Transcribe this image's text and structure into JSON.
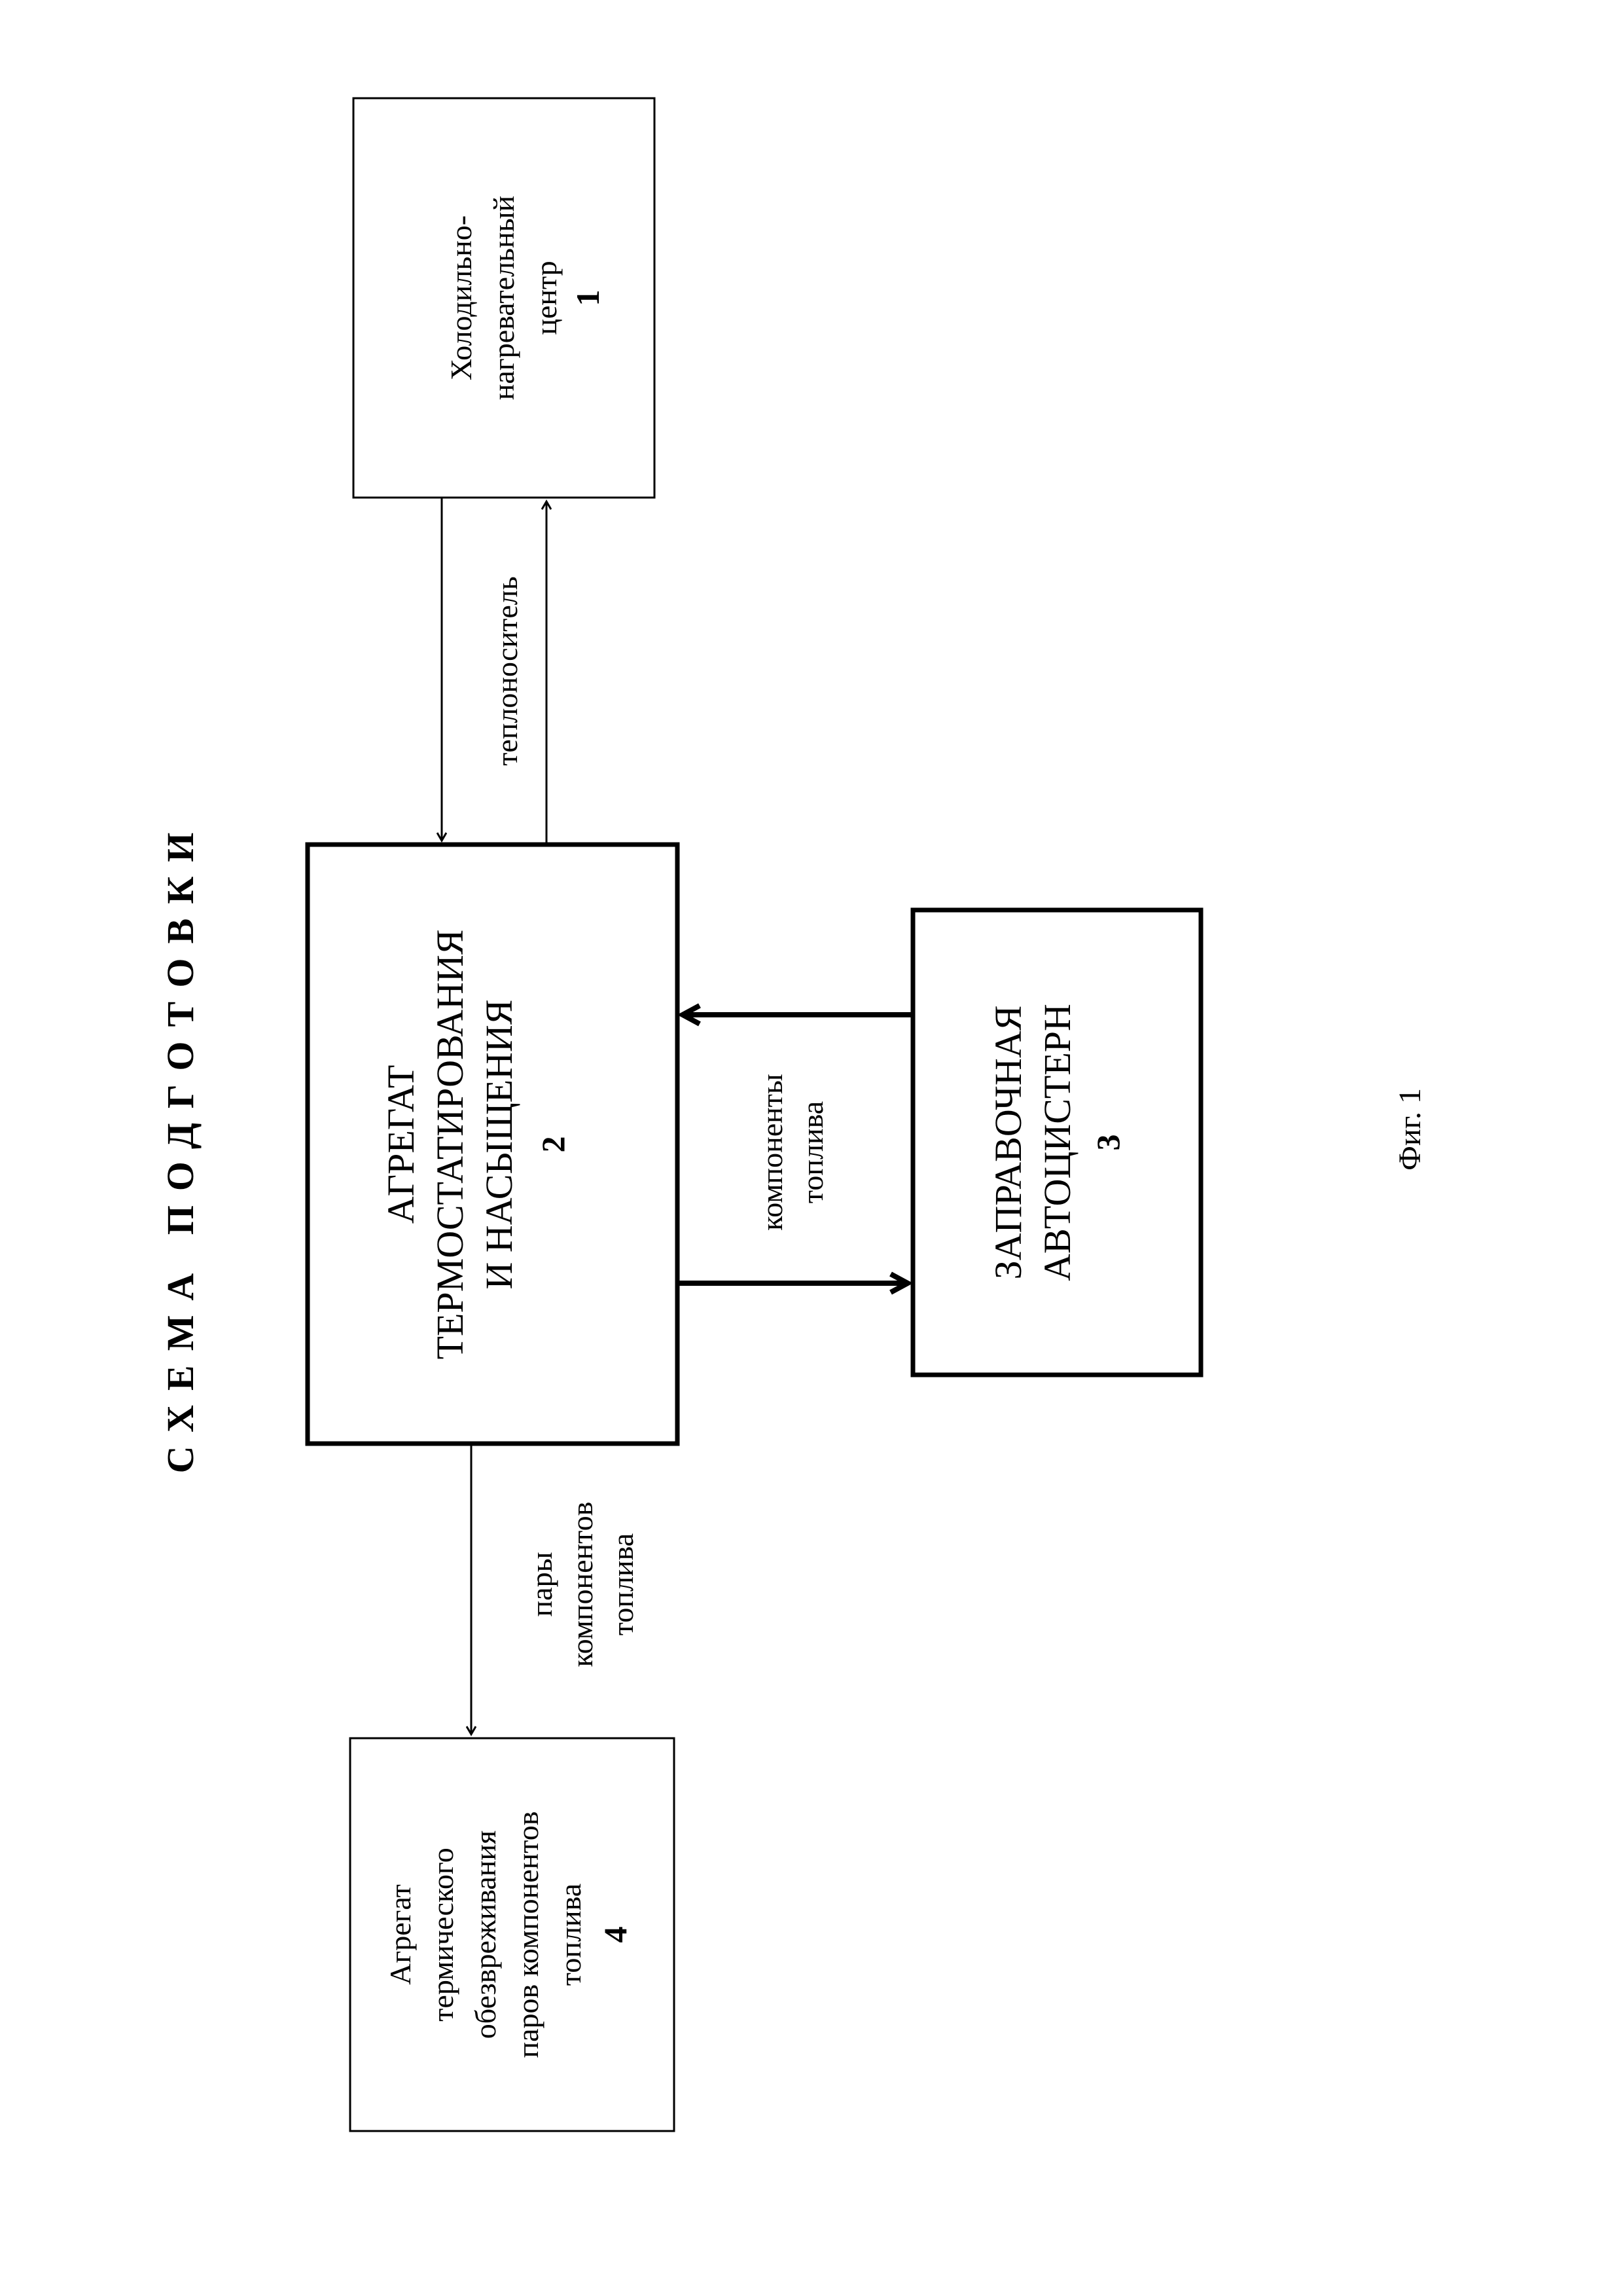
{
  "title": "СХЕМА ПОДГОТОВКИ",
  "figure_label": "Фиг. 1",
  "blocks": {
    "cooler": {
      "lines": [
        "Холодильно-",
        "нагревательный",
        "центр"
      ],
      "number": "1"
    },
    "thermo": {
      "lines": [
        "АГРЕГАТ",
        "ТЕРМОСТАТИРОВАНИЯ",
        "И НАСЫЩЕНИЯ"
      ],
      "number": "2"
    },
    "tanker": {
      "lines": [
        "ЗАПРАВОЧНАЯ",
        "АВТОЦИСТЕРН"
      ],
      "number": "3"
    },
    "neutralizer": {
      "lines": [
        "Агрегат",
        "термического",
        "обезвреживания",
        "паров компонентов",
        "топлива"
      ],
      "number": "4"
    }
  },
  "connections": {
    "coolant": [
      "теплоноситель"
    ],
    "fuel_components": [
      "компоненты",
      "топлива"
    ],
    "vapors": [
      "пары",
      "компонентов",
      "топлива"
    ]
  }
}
